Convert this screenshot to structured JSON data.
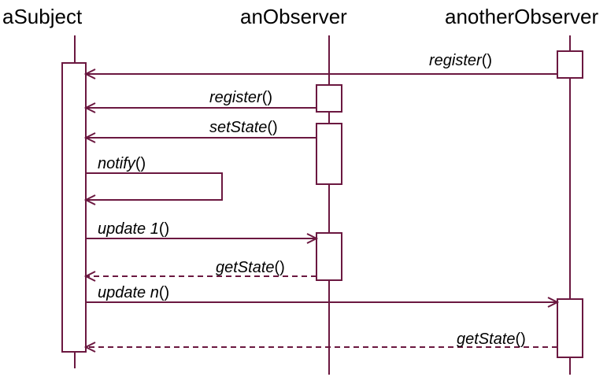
{
  "colors": {
    "line": "#6b1840",
    "text": "#000000",
    "background": "#ffffff"
  },
  "participants": [
    {
      "name": "aSubject"
    },
    {
      "name": "anObserver"
    },
    {
      "name": "anotherObserver"
    }
  ],
  "messages": [
    {
      "name": "register",
      "suffix": "()",
      "from": "anotherObserver",
      "to": "aSubject",
      "style": "solid"
    },
    {
      "name": "register",
      "suffix": "()",
      "from": "anObserver",
      "to": "aSubject",
      "style": "solid"
    },
    {
      "name": "setState",
      "suffix": "()",
      "from": "anObserver",
      "to": "aSubject",
      "style": "solid"
    },
    {
      "name": "notify",
      "suffix": "()",
      "from": "aSubject",
      "to": "aSubject",
      "style": "self"
    },
    {
      "name": "update 1",
      "suffix": "()",
      "from": "aSubject",
      "to": "anObserver",
      "style": "solid"
    },
    {
      "name": "getState",
      "suffix": "()",
      "from": "anObserver",
      "to": "aSubject",
      "style": "dashed"
    },
    {
      "name": "update n",
      "suffix": "()",
      "from": "aSubject",
      "to": "anotherObserver",
      "style": "solid"
    },
    {
      "name": "getState",
      "suffix": "()",
      "from": "anotherObserver",
      "to": "aSubject",
      "style": "dashed"
    }
  ]
}
